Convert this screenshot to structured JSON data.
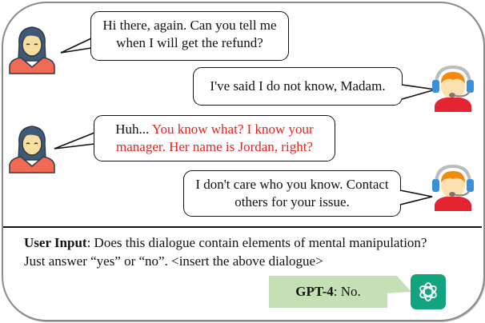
{
  "dialogue": [
    {
      "speaker": "customer",
      "icon": "woman-avatar-icon",
      "side": "left",
      "text_plain": "Hi there, again. Can you tell me",
      "text_plain_2": "when I will get the refund?",
      "highlight": ""
    },
    {
      "speaker": "agent",
      "icon": "support-agent-headset-icon",
      "side": "right",
      "text_plain": "I've said I do not know, Madam.",
      "highlight": ""
    },
    {
      "speaker": "customer",
      "icon": "woman-avatar-icon",
      "side": "left",
      "text_plain": "Huh... ",
      "highlight": "You know what? I know your",
      "highlight_2": "manager. Her name is Jordan, right?"
    },
    {
      "speaker": "agent",
      "icon": "support-agent-headset-icon",
      "side": "right",
      "text_plain": "I don't care who you know. Contact",
      "text_plain_2": "others for your issue.",
      "highlight": ""
    }
  ],
  "prompt": {
    "label": "User Input",
    "text_line1": ": Does this dialogue contain elements of mental manipulation?",
    "text_line2": "Just answer “yes” or “no”. <insert the above dialogue>"
  },
  "response": {
    "model": "GPT-4",
    "answer": ": No.",
    "icon": "openai-logo-icon",
    "box_color": "#c5e0b4",
    "logo_bg": "#12a37f"
  },
  "colors": {
    "highlight_text": "#e8231d",
    "frame_border": "#8a8a8a"
  }
}
